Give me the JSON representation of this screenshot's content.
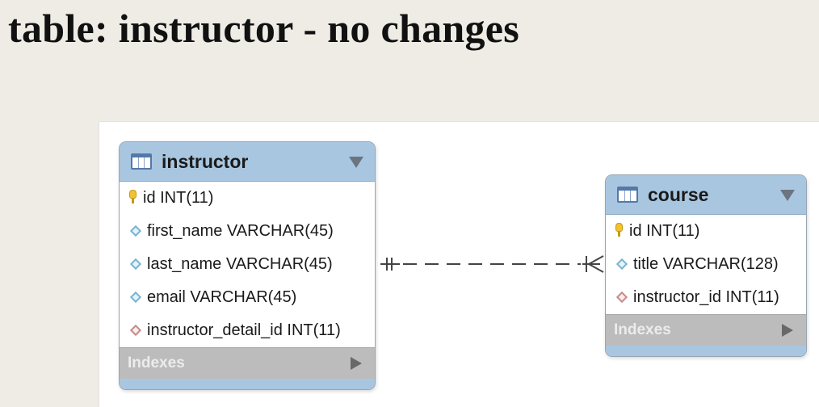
{
  "slide": {
    "title": "table: instructor - no changes"
  },
  "entities": {
    "instructor": {
      "name": "instructor",
      "columns": [
        {
          "text": "id INT(11)",
          "icon": "primary-key-icon"
        },
        {
          "text": "first_name VARCHAR(45)",
          "icon": "column-icon"
        },
        {
          "text": "last_name VARCHAR(45)",
          "icon": "column-icon"
        },
        {
          "text": "email VARCHAR(45)",
          "icon": "column-icon"
        },
        {
          "text": "instructor_detail_id INT(11)",
          "icon": "foreign-key-icon"
        }
      ],
      "indexes_label": "Indexes"
    },
    "course": {
      "name": "course",
      "columns": [
        {
          "text": "id INT(11)",
          "icon": "primary-key-icon"
        },
        {
          "text": "title VARCHAR(128)",
          "icon": "column-icon"
        },
        {
          "text": "instructor_id INT(11)",
          "icon": "foreign-key-icon"
        }
      ],
      "indexes_label": "Indexes"
    }
  },
  "relationship": {
    "from": "instructor",
    "to": "course",
    "from_cardinality": "one",
    "to_cardinality": "many",
    "line_style": "dashed"
  },
  "colors": {
    "header_bg": "#a8c6e0",
    "indexes_bg": "#bcbcbc",
    "slide_bg": "#efece6",
    "canvas_bg": "#ffffff"
  }
}
